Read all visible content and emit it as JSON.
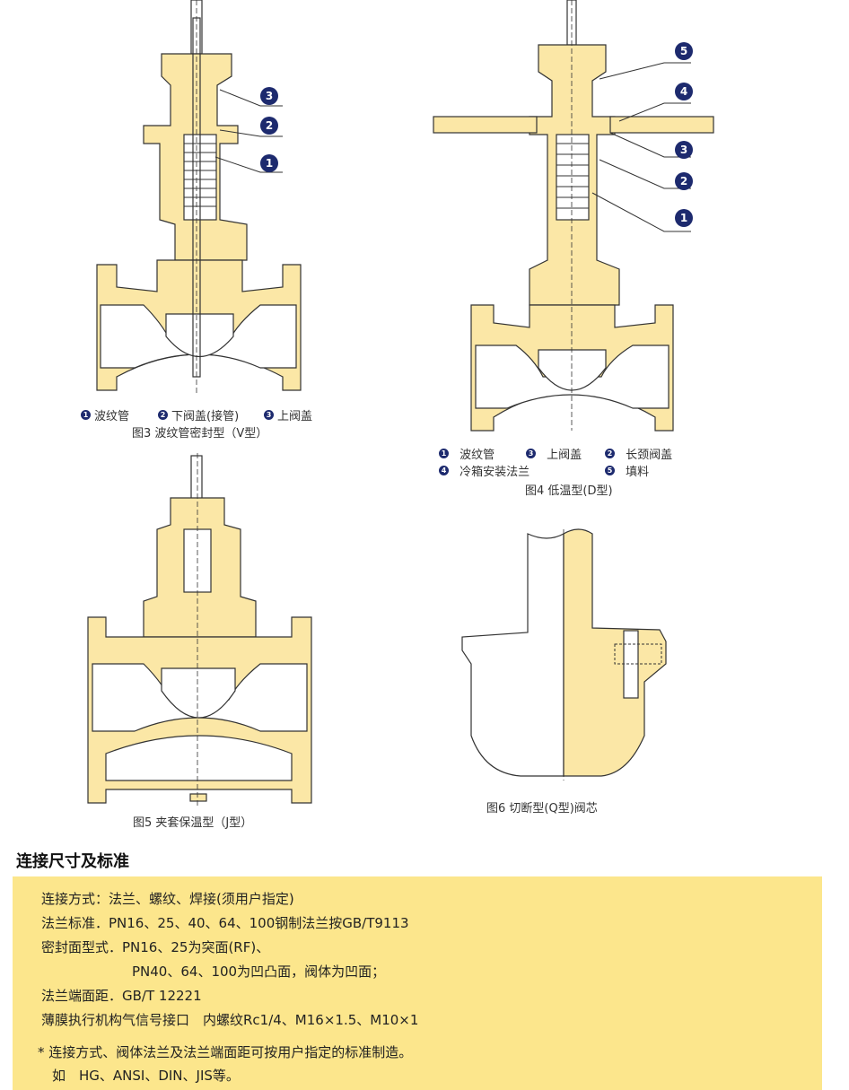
{
  "fig3": {
    "callouts": [
      "3",
      "2",
      "1"
    ],
    "legend": [
      {
        "num": "1",
        "label": "波纹管"
      },
      {
        "num": "2",
        "label": "下阀盖(接管)"
      },
      {
        "num": "3",
        "label": "上阀盖"
      }
    ],
    "caption": "图3  波纹管密封型（V型）"
  },
  "fig4": {
    "callouts": [
      "5",
      "4",
      "3",
      "2",
      "1"
    ],
    "legend": [
      {
        "num": "1",
        "label": "波纹管"
      },
      {
        "num": "3",
        "label": "上阀盖"
      },
      {
        "num": "2",
        "label": "长颈阀盖"
      },
      {
        "num": "4",
        "label": "冷箱安装法兰"
      },
      {
        "num": "5",
        "label": "填料"
      }
    ],
    "caption": "图4  低温型(D型)"
  },
  "fig5": {
    "caption": "图5  夹套保温型（J型）"
  },
  "fig6": {
    "caption": "图6  切断型(Q型)阀芯"
  },
  "section": {
    "title": "连接尺寸及标准",
    "lines": [
      "连接方式：法兰、螺纹、焊接(须用户指定)",
      "法兰标准．PN16、25、40、64、100钢制法兰按GB/T9113",
      "密封面型式．PN16、25为突面(RF)、",
      "PN40、64、100为凹凸面，阀体为凹面；",
      "法兰端面距．GB/T 12221",
      "薄膜执行机构气信号接口　内螺纹Rc1/4、M16×1.5、M10×1",
      "* 连接方式、阀体法兰及法兰端面距可按用户指定的标准制造。",
      "如　HG、ANSI、DIN、JIS等。"
    ]
  },
  "colors": {
    "accent": "#1d2a6e",
    "body": "#fbe7a6",
    "box": "#fce68c"
  }
}
